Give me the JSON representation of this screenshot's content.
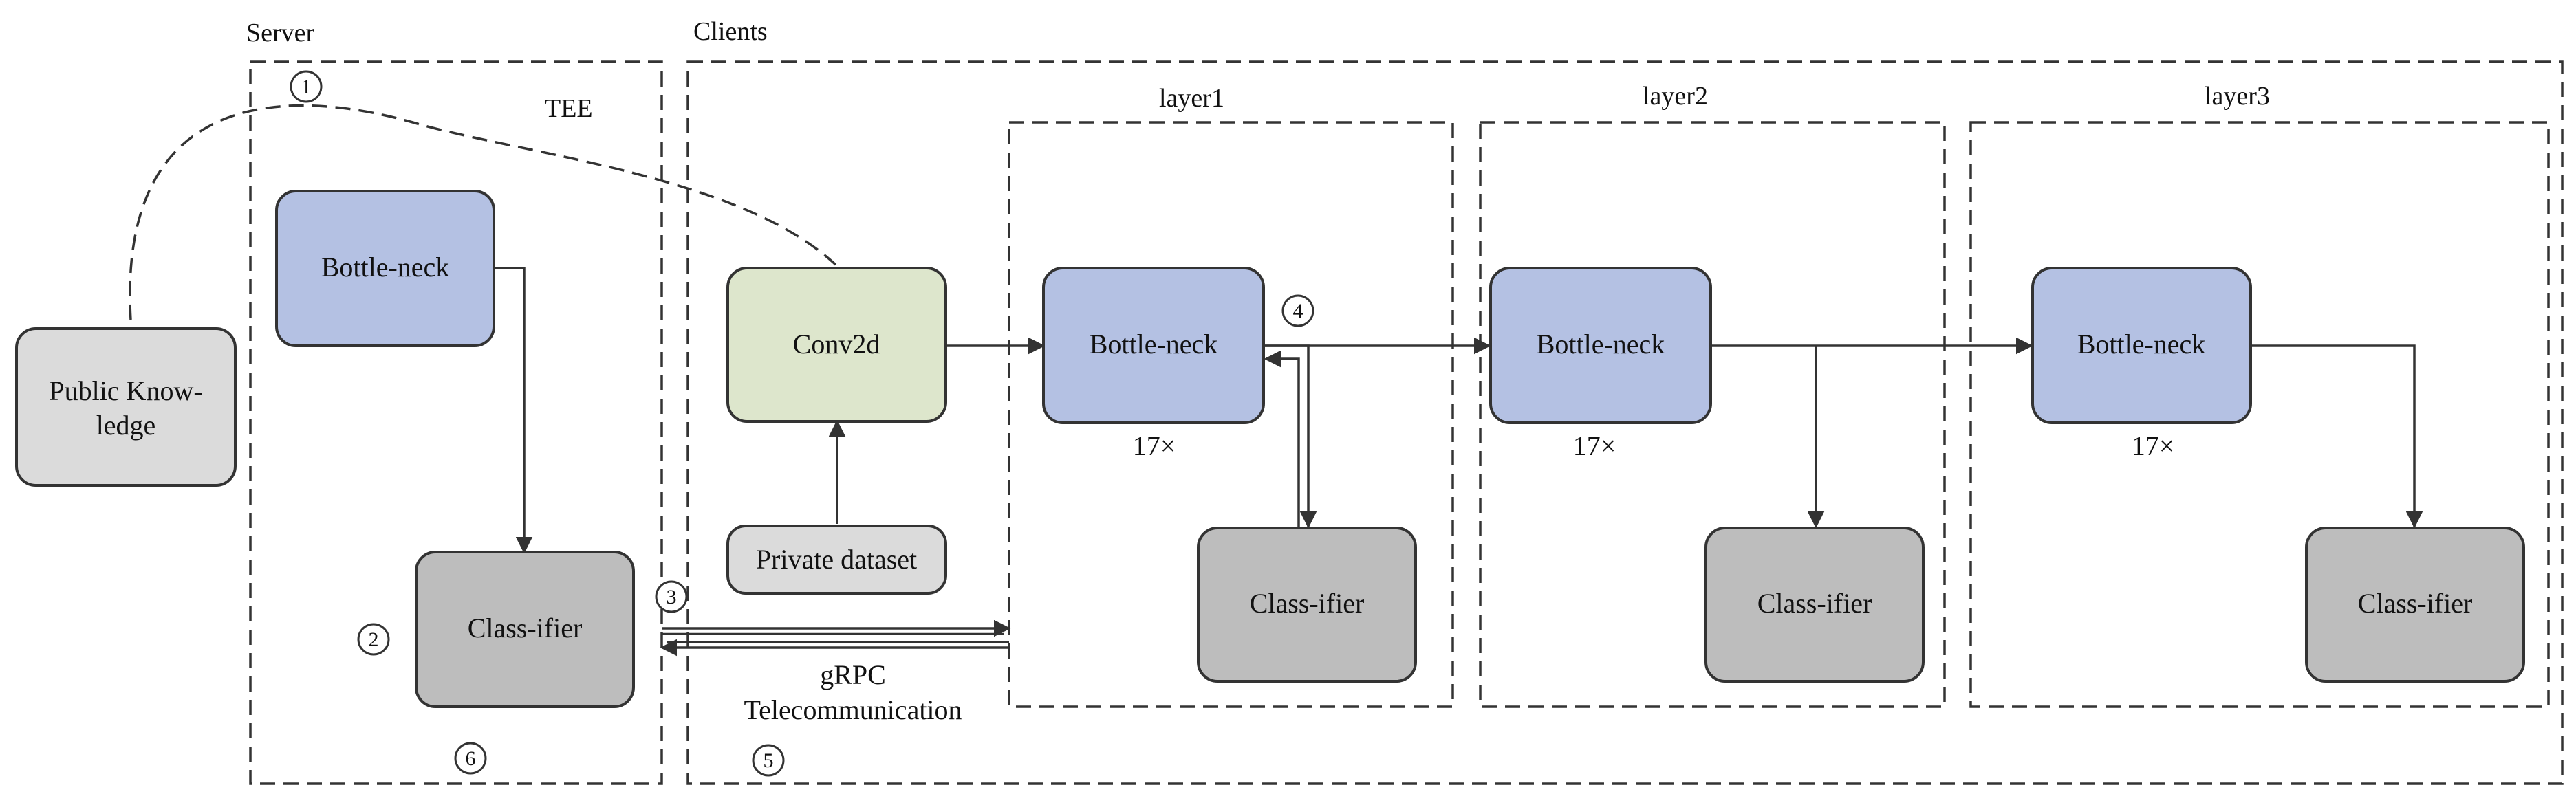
{
  "labels": {
    "server": "Server",
    "clients": "Clients",
    "tee": "TEE",
    "layer1": "layer1",
    "layer2": "layer2",
    "layer3": "layer3",
    "grpc_line1": "gRPC",
    "grpc_line2": "Telecommunication",
    "mult1": "17×",
    "mult2": "17×",
    "mult3": "17×"
  },
  "nodes": {
    "public_knowledge": {
      "line1": "Public Know-",
      "line2": "ledge"
    },
    "server_bottleneck": "Bottle-neck",
    "server_classifier": "Class-ifier",
    "conv2d": "Conv2d",
    "private_dataset": "Private dataset",
    "l1_bottleneck": "Bottle-neck",
    "l1_classifier": "Class-ifier",
    "l2_bottleneck": "Bottle-neck",
    "l2_classifier": "Class-ifier",
    "l3_bottleneck": "Bottle-neck",
    "l3_classifier": "Class-ifier"
  },
  "steps": {
    "s1": "1",
    "s2": "2",
    "s3": "3",
    "s4": "4",
    "s5": "5",
    "s6": "6"
  },
  "colors": {
    "bottleneck": "#b4c1e3",
    "classifier": "#bdbdbd",
    "conv2d": "#dde6cc",
    "neutral": "#dbdbdb",
    "stroke": "#333333"
  }
}
